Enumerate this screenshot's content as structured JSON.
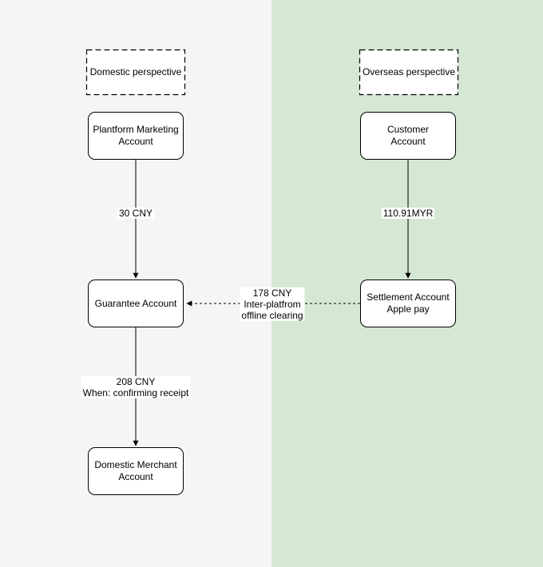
{
  "colors": {
    "domestic_panel_bg": "#f5f5f5",
    "overseas_panel_bg": "#d5e8d4",
    "node_fill": "#ffffff",
    "stroke": "#000000"
  },
  "perspectives": {
    "domestic": "Domestic perspective",
    "overseas": "Overseas perspective"
  },
  "nodes": {
    "platform_marketing": "Plantform Marketing\nAccount",
    "customer": "Customer\nAccount",
    "guarantee": "Guarantee Account",
    "settlement": "Settlement Account\nApple pay",
    "domestic_merchant": "Domestic Merchant\nAccount"
  },
  "edge_labels": {
    "marketing_to_guarantee": "30 CNY",
    "customer_to_settlement": "110.91MYR",
    "settlement_to_guarantee": "178 CNY\nInter-platfrom\noffline clearing",
    "guarantee_to_merchant": "208 CNY\nWhen: confirming receipt"
  }
}
